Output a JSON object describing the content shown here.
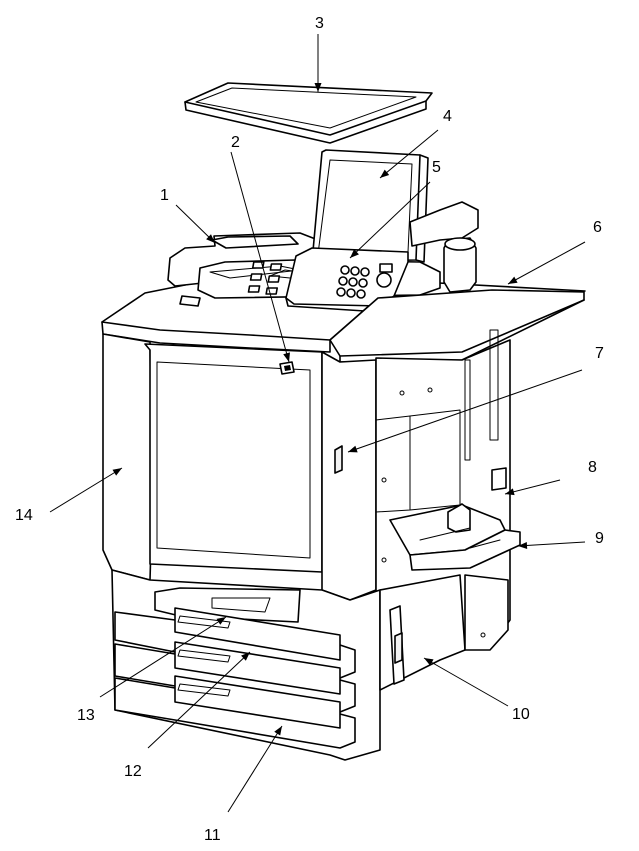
{
  "callouts": [
    {
      "id": 1,
      "label": "1"
    },
    {
      "id": 2,
      "label": "2"
    },
    {
      "id": 3,
      "label": "3"
    },
    {
      "id": 4,
      "label": "4"
    },
    {
      "id": 5,
      "label": "5"
    },
    {
      "id": 6,
      "label": "6"
    },
    {
      "id": 7,
      "label": "7"
    },
    {
      "id": 8,
      "label": "8"
    },
    {
      "id": 9,
      "label": "9"
    },
    {
      "id": 10,
      "label": "10"
    },
    {
      "id": 11,
      "label": "11"
    },
    {
      "id": 12,
      "label": "12"
    },
    {
      "id": 13,
      "label": "13"
    },
    {
      "id": 14,
      "label": "14"
    }
  ],
  "colors": {
    "line": "#000000",
    "background": "#ffffff"
  }
}
